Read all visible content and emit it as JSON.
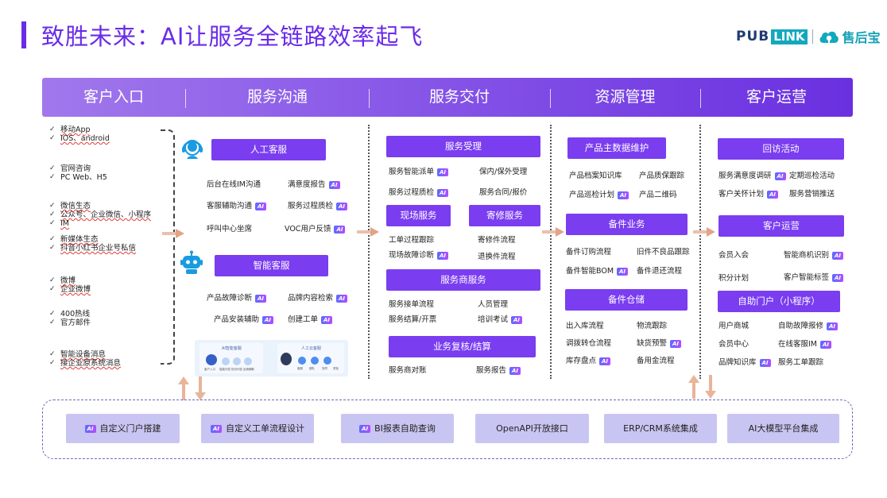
{
  "title": "致胜未来：AI让服务全链路效率起飞",
  "brand": {
    "pub": "PUB",
    "link": "LINK",
    "name": "售后宝"
  },
  "columns": [
    "客户入口",
    "服务沟通",
    "服务交付",
    "资源管理",
    "客户运营"
  ],
  "ai_badge": "AI",
  "channels": [
    [
      "移动App",
      "IOS、android"
    ],
    [
      "官网咨询",
      "PC Web、H5"
    ],
    [
      "微信生态",
      "公众号、企业微信、小程序",
      "IM"
    ],
    [
      "新媒体生态",
      "抖音小红书企业号私信"
    ],
    [
      "微博",
      "企业微博"
    ],
    [
      "400热线",
      "官方邮件"
    ],
    [
      "智能设备消息",
      "接企业原系统消息"
    ]
  ],
  "communication": {
    "human": {
      "title": "人工客服",
      "items": [
        "后台在线IM沟通",
        "满意度报告",
        "客服辅助沟通",
        "服务过程质检",
        "呼叫中心坐席",
        "VOC用户反馈"
      ]
    },
    "ai": {
      "title": "智能客服",
      "items": [
        "产品故障诊断",
        "品牌内容检索",
        "产品安装辅助",
        "创建工单"
      ]
    },
    "preview": {
      "left_title": "AI智能客服",
      "right_title": "人工云客服",
      "left_labels": [
        "客户入口",
        "智能问答",
        "知识问答",
        "坐席辅助"
      ],
      "right_labels": [
        "客服",
        "团队",
        "协同",
        "质检"
      ]
    }
  },
  "delivery": {
    "acceptance": {
      "title": "服务受理",
      "items": [
        "服务智能派单",
        "保内/保外受理",
        "服务过程质检",
        "服务合同/报价"
      ]
    },
    "onsite": {
      "title": "现场服务",
      "items": [
        "工单过程跟踪",
        "现场故障诊断"
      ]
    },
    "mail": {
      "title": "寄修服务",
      "items": [
        "寄修件流程",
        "退换件流程"
      ]
    },
    "provider": {
      "title": "服务商服务",
      "items": [
        "服务接单流程",
        "人员管理",
        "服务结算/开票",
        "培训考试"
      ]
    },
    "settlement": {
      "title": "业务复核/结算",
      "items": [
        "服务商对账",
        "服务报告"
      ]
    }
  },
  "resources": {
    "master": {
      "title": "产品主数据维护",
      "items": [
        "产品档案知识库",
        "产品质保跟踪",
        "产品巡检计划",
        "产品二维码"
      ]
    },
    "parts": {
      "title": "备件业务",
      "items": [
        "备件订购流程",
        "旧件不良品跟踪",
        "备件智能BOM",
        "备件退还流程"
      ]
    },
    "warehouse": {
      "title": "备件仓储",
      "items": [
        "出入库流程",
        "物流跟踪",
        "调拨转仓流程",
        "缺货预警",
        "库存盘点",
        "备用金流程"
      ]
    }
  },
  "operations": {
    "visit": {
      "title": "回访活动",
      "items": [
        "服务满意度调研",
        "定期巡检活动",
        "客户关怀计划",
        "服务营销推送"
      ]
    },
    "customer": {
      "title": "客户运营",
      "items": [
        "会员入会",
        "智能商机识别",
        "积分计划",
        "客户智能标签"
      ]
    },
    "portal": {
      "title": "自助门户（小程序）",
      "items": [
        "用户商城",
        "自助故障报修",
        "会员中心",
        "在线客服IM",
        "品牌知识库",
        "服务工单跟踪"
      ]
    }
  },
  "platform": [
    {
      "label": "自定义门户搭建",
      "ai": true
    },
    {
      "label": "自定义工单流程设计",
      "ai": true
    },
    {
      "label": "BI报表自助查询",
      "ai": true
    },
    {
      "label": "OpenAPI开放接口",
      "ai": false
    },
    {
      "label": "ERP/CRM系统集成",
      "ai": false
    },
    {
      "label": "AI大模型平台集成",
      "ai": false
    }
  ],
  "colors": {
    "accent": "#6a2be8",
    "button": "#7a3df0",
    "bottom_box": "#c9c5f2",
    "arrow": "#e8b49a"
  }
}
